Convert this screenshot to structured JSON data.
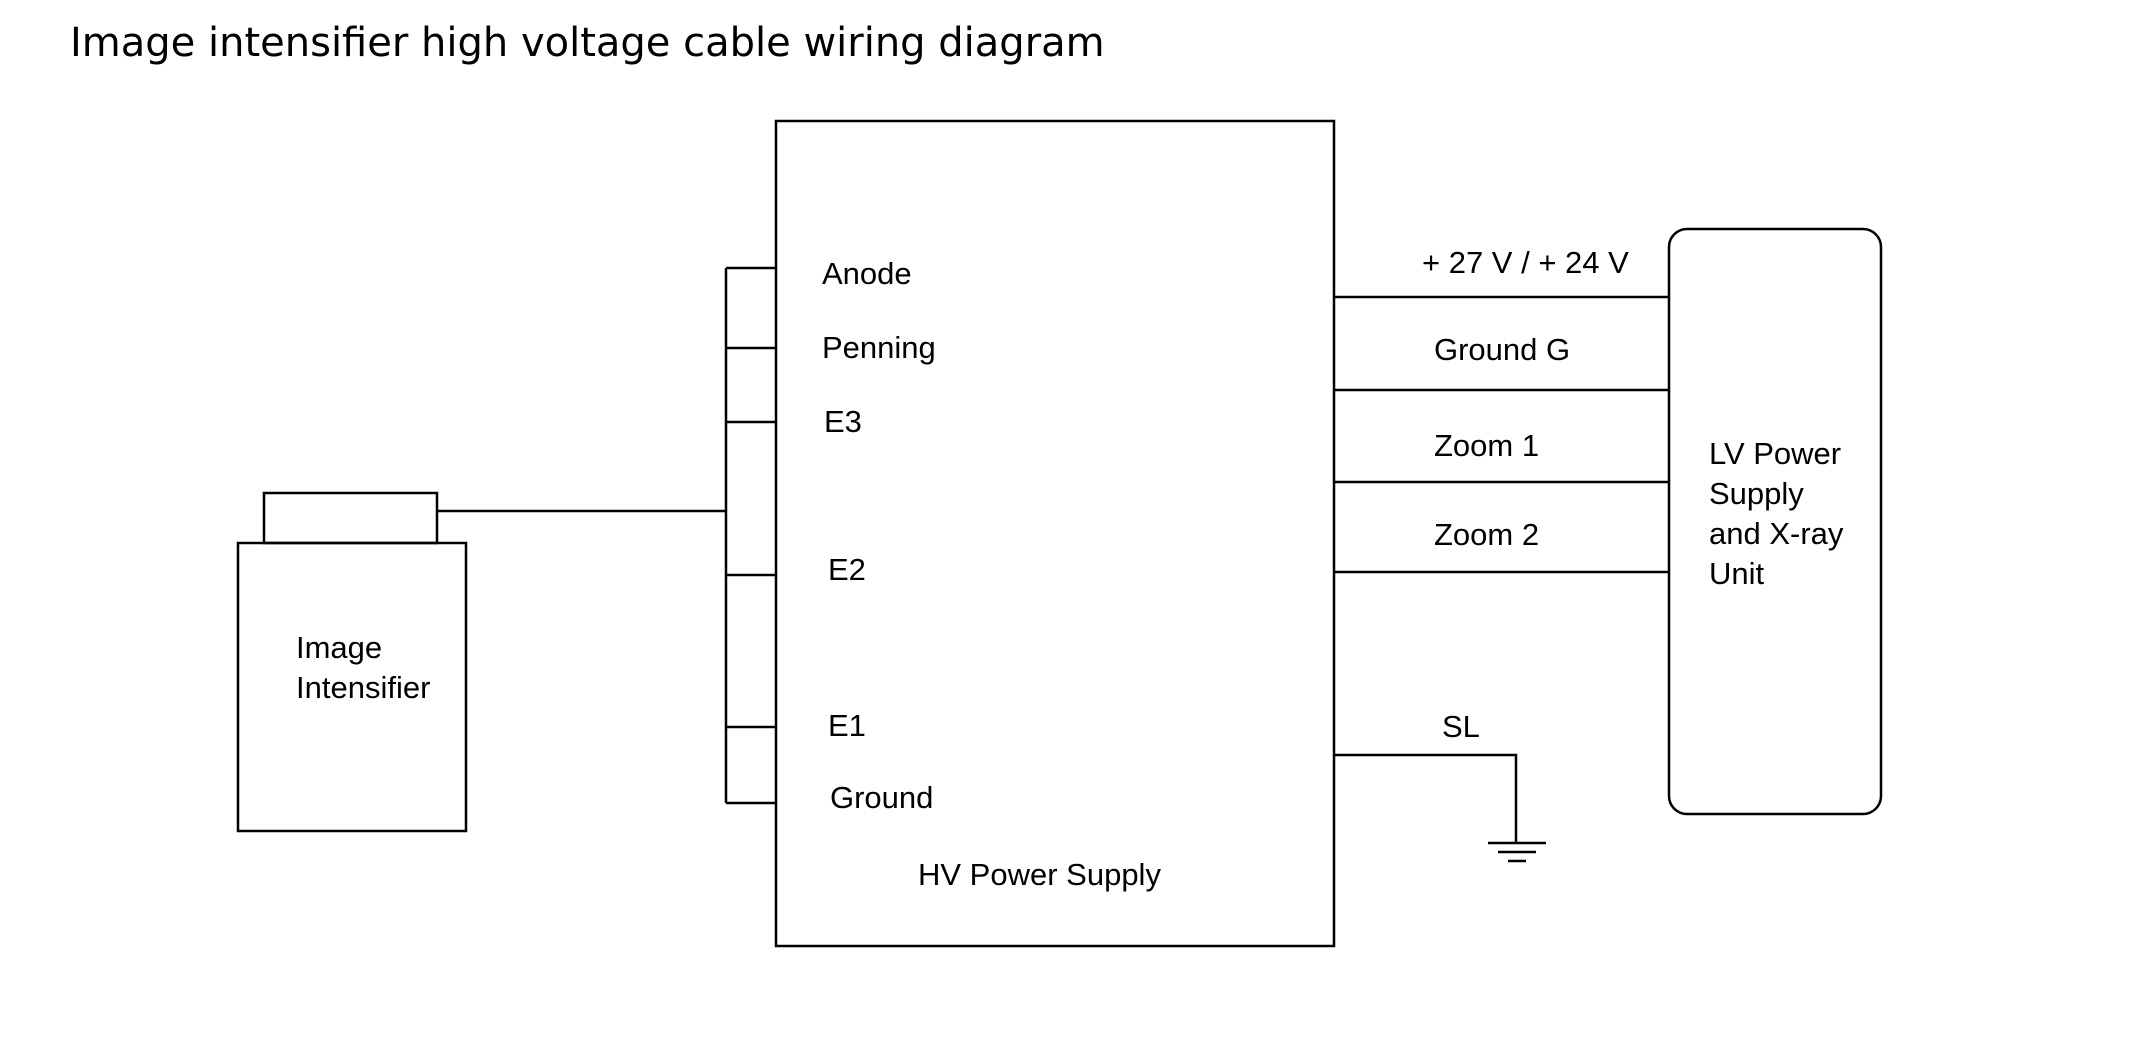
{
  "title": "Image intensifier high voltage cable wiring diagram",
  "image_intensifier": {
    "label_line1": "Image",
    "label_line2": "Intensifier"
  },
  "hv_power_supply": {
    "label": "HV Power Supply",
    "terminals": [
      "Anode",
      "Penning",
      "E3",
      "E2",
      "E1",
      "Ground"
    ]
  },
  "lv_power_supply": {
    "label_lines": [
      "LV Power",
      "Supply",
      "and X-ray",
      "Unit"
    ]
  },
  "connections": {
    "supply_voltage": "+ 27 V / + 24 V",
    "ground_g": "Ground G",
    "zoom_1": "Zoom 1",
    "zoom_2": "Zoom 2",
    "sl": "SL"
  },
  "colors": {
    "line": "#000000",
    "background": "#ffffff"
  }
}
